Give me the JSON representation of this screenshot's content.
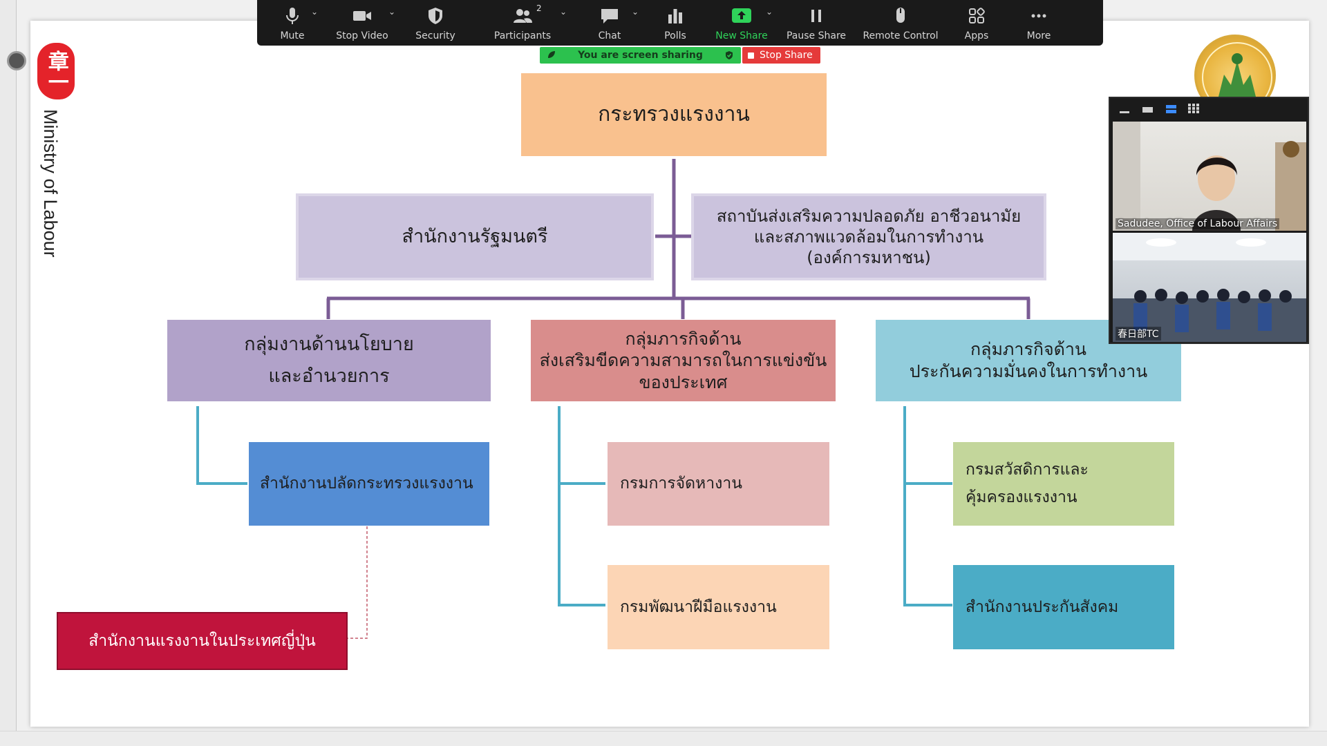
{
  "toolbar": {
    "items": [
      {
        "label": "Mute",
        "icon": "microphone-icon"
      },
      {
        "label": "Stop Video",
        "icon": "video-camera-icon"
      },
      {
        "label": "Security",
        "icon": "shield-icon"
      },
      {
        "label": "Participants",
        "icon": "participants-icon",
        "count": "2"
      },
      {
        "label": "Chat",
        "icon": "chat-bubble-icon"
      },
      {
        "label": "Polls",
        "icon": "bar-chart-icon"
      },
      {
        "label": "New Share",
        "icon": "share-arrow-icon"
      },
      {
        "label": "Pause Share",
        "icon": "pause-icon"
      },
      {
        "label": "Remote Control",
        "icon": "mouse-icon"
      },
      {
        "label": "Apps",
        "icon": "apps-icon"
      },
      {
        "label": "More",
        "icon": "ellipsis-icon"
      }
    ]
  },
  "sharing": {
    "banner": "You are screen sharing",
    "stop_label": "Stop Share"
  },
  "slide": {
    "brand_stamp": "章一",
    "ministry": "Ministry of Labour",
    "root": "กระทรวงแรงงาน",
    "side_left": "สำนักงานรัฐมนตรี",
    "side_right": [
      "สถาบันส่งเสริมความปลอดภัย อาชีวอนามัย",
      "และสภาพแวดล้อมในการทำงาน",
      "(องค์การมหาชน)"
    ],
    "groups": [
      {
        "title": [
          "กลุ่มงานด้านนโยบาย",
          "และอำนวยการ"
        ],
        "children": [
          "สำนักงานปลัดกระทรวงแรงงาน"
        ]
      },
      {
        "title": [
          "กลุ่มภารกิจด้าน",
          "ส่งเสริมขีดความสามารถในการแข่งขัน",
          "ของประเทศ"
        ],
        "children": [
          "กรมการจัดหางาน",
          "กรมพัฒนาฝีมือแรงงาน"
        ]
      },
      {
        "title": [
          "กลุ่มภารกิจด้าน",
          "ประกันความมั่นคงในการทำงาน"
        ],
        "children": [
          [
            "กรมสวัสดิการและ",
            "คุ้มครองแรงงาน"
          ],
          "สำนักงานประกันสังคม"
        ]
      }
    ],
    "overseas": "สำนักงานแรงงานในประเทศญี่ปุ่น"
  },
  "video": {
    "participants": [
      {
        "name": "Sadudee, Office of Labour Affairs"
      },
      {
        "name": "春日部TC"
      }
    ]
  },
  "colors": {
    "root": "#f9c18e",
    "side": "#cbc3dd",
    "policy": "#b1a2c9",
    "competitive": "#d98d8c",
    "security": "#92cddc",
    "perm_sec": "#548dd4",
    "employment": "#e6b9b8",
    "skill": "#fcd5b5",
    "welfare": "#c3d69b",
    "social_security": "#4bacc6",
    "overseas": "#c0143c",
    "connector_main": "#7b5c95",
    "connector_branch": "#4bacc6"
  }
}
